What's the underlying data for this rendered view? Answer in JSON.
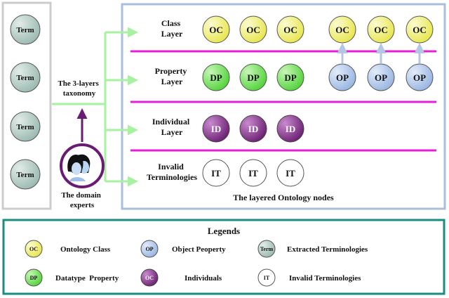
{
  "left_panel": {
    "terms": [
      "Term",
      "Term",
      "Term",
      "Term"
    ]
  },
  "center": {
    "taxonomy_label": [
      "The 3-layers",
      "taxonomy"
    ],
    "experts_label": [
      "The domain",
      "experts"
    ]
  },
  "layers": {
    "class_label": [
      "Class",
      "Layer"
    ],
    "property_label": [
      "Property",
      "Layer"
    ],
    "individual_label": [
      "Individual",
      "Layer"
    ],
    "invalid_label": [
      "Invalid",
      "Terminologies"
    ],
    "class_nodes": [
      "OC",
      "OC",
      "OC",
      "OC",
      "OC",
      "OC"
    ],
    "property_nodes_dp": [
      "DP",
      "DP",
      "DP"
    ],
    "property_nodes_op": [
      "OP",
      "OP",
      "OP"
    ],
    "individual_nodes": [
      "ID",
      "ID",
      "ID"
    ],
    "invalid_nodes": [
      "IT",
      "IT",
      "IT"
    ],
    "footer": "The layered Ontology nodes"
  },
  "legend": {
    "title": "Legends",
    "items": [
      {
        "abbr": "OC",
        "label": "Ontology Class"
      },
      {
        "abbr": "OP",
        "label": "Object Peoperty"
      },
      {
        "abbr": "Term",
        "label": "Extracted Terminologies"
      },
      {
        "abbr": "DP",
        "label": "Datatype  Property"
      },
      {
        "abbr": "OC",
        "label": "Individuals"
      },
      {
        "abbr": "IT",
        "label": "Invalid Terminologies"
      }
    ]
  },
  "colors": {
    "oc": "#f0ee60",
    "dp": "#5fdc48",
    "op": "#a8c2e8",
    "id": "#7a2c80",
    "term": "#a8c4bc",
    "magenta": "#e61ed8",
    "arrow_green": "#a6f2a0",
    "teal": "#1a8c80",
    "panel_blue": "#a9bedc",
    "panel_gray": "#cccccc",
    "expert_purple": "#6a1b74"
  }
}
